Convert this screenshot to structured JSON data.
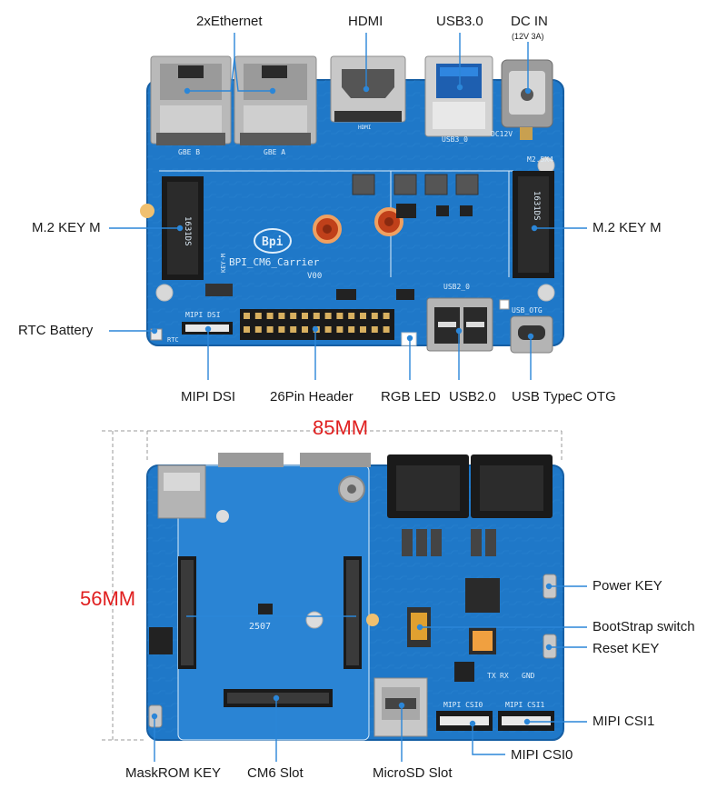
{
  "top_labels": {
    "ethernet": "2xEthernet",
    "hdmi": "HDMI",
    "usb3": "USB3.0",
    "dcin": "DC IN",
    "dcin_sub": "(12V 3A)",
    "m2_left": "M.2 KEY M",
    "m2_right": "M.2 KEY M",
    "rtc": "RTC Battery",
    "mipi_dsi": "MIPI DSI",
    "header26": "26Pin Header",
    "rgb_led": "RGB LED",
    "usb2": "USB2.0",
    "usb_otg": "USB TypeC OTG"
  },
  "board_silk": {
    "gbe_b": "GBE B",
    "gbe_a": "GBE A",
    "usb3_0": "USB3_0",
    "dc12v": "DC12V",
    "board_name": "BPI_CM6_Carrier",
    "version": "V00",
    "logo": "Bpi",
    "key_m": "KEY-M",
    "m2_5x4": "M2.5X4",
    "chip_left": "1631DS",
    "chip_right": "1631DS",
    "usb2_0": "USB2_0",
    "usb_otg": "USB_OTG",
    "mipi_dsi": "MIPI DSI",
    "rtc": "RTC",
    "hdmi": "HDMI",
    "bottom_code": "2507",
    "tx": "TX",
    "rx": "RX",
    "gnd": "GND",
    "mipi_csi0": "MIPI CSI0",
    "mipi_csi1": "MIPI CSI1"
  },
  "dimensions": {
    "width": "85MM",
    "height": "56MM"
  },
  "bottom_labels": {
    "power_key": "Power KEY",
    "bootstrap": "BootStrap switch",
    "reset_key": "Reset KEY",
    "mipi_csi1": "MIPI CSI1",
    "mipi_csi0": "MIPI CSI0",
    "maskrom": "MaskROM KEY",
    "cm6_slot": "CM6 Slot",
    "microsd": "MicroSD Slot"
  },
  "colors": {
    "pcb": "#1f78c8",
    "pcb_dark": "#155ea3",
    "pointer": "#2b86d8",
    "dimension": "#e02020"
  }
}
